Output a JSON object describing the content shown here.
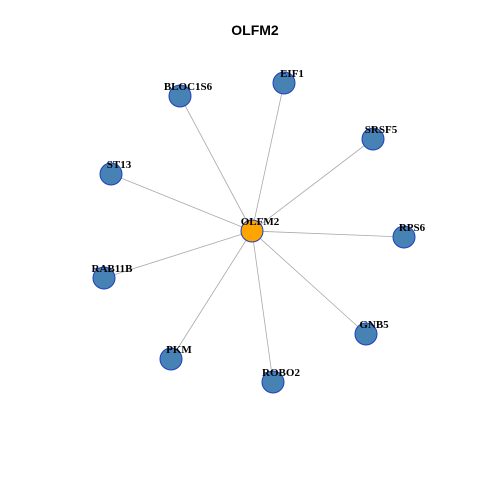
{
  "title": "OLFM2",
  "colors": {
    "hub_fill": "#ffa500",
    "node_fill": "#4682b4",
    "node_stroke": "#1f3fbf",
    "edge": "#a9a9a9"
  },
  "hub": {
    "id": "OLFM2",
    "label": "OLFM2"
  },
  "nodes": [
    {
      "id": "EIF1",
      "label": "EIF1"
    },
    {
      "id": "BLOC1S6",
      "label": "BLOC1S6"
    },
    {
      "id": "SRSF5",
      "label": "SRSF5"
    },
    {
      "id": "ST13",
      "label": "ST13"
    },
    {
      "id": "RPS6",
      "label": "RPS6"
    },
    {
      "id": "RAB11B",
      "label": "RAB11B"
    },
    {
      "id": "GNB5",
      "label": "GNB5"
    },
    {
      "id": "PKM",
      "label": "PKM"
    },
    {
      "id": "ROBO2",
      "label": "ROBO2"
    }
  ],
  "edges": [
    [
      "OLFM2",
      "EIF1"
    ],
    [
      "OLFM2",
      "BLOC1S6"
    ],
    [
      "OLFM2",
      "SRSF5"
    ],
    [
      "OLFM2",
      "ST13"
    ],
    [
      "OLFM2",
      "RPS6"
    ],
    [
      "OLFM2",
      "RAB11B"
    ],
    [
      "OLFM2",
      "GNB5"
    ],
    [
      "OLFM2",
      "PKM"
    ],
    [
      "OLFM2",
      "ROBO2"
    ]
  ]
}
